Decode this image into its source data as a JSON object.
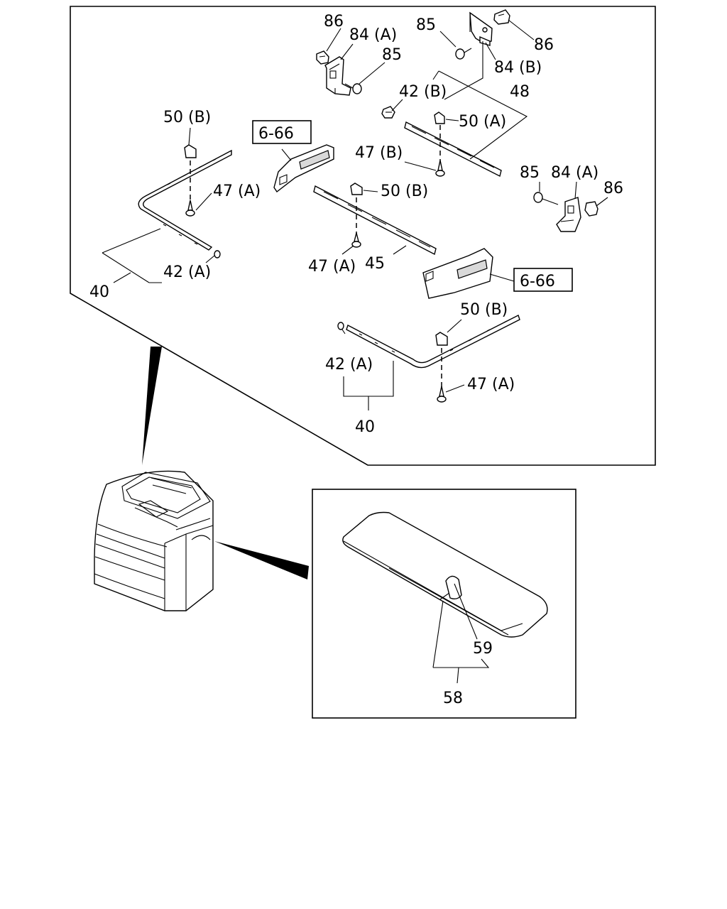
{
  "callouts": {
    "top_86a": "86",
    "top_84a": "84 (A)",
    "top_85a": "85",
    "top_85b": "85",
    "top_86b": "86",
    "top_84b": "84 (B)",
    "c_42b": "42 (B)",
    "c_48": "48",
    "c_50a": "50 (A)",
    "left_50b": "50 (B)",
    "ref_666a": "6-66",
    "c_47b": "47 (B)",
    "right_85": "85",
    "right_84a": "84 (A)",
    "right_86": "86",
    "left_47a": "47 (A)",
    "mid_50b": "50 (B)",
    "left_42a": "42 (A)",
    "left_40": "40",
    "mid_47a": "47 (A)",
    "c_45": "45",
    "ref_666b": "6-66",
    "low_50b": "50 (B)",
    "low_42a": "42 (A)",
    "low_47a": "47 (A)",
    "low_40": "40",
    "visor_59": "59",
    "visor_58": "58"
  }
}
